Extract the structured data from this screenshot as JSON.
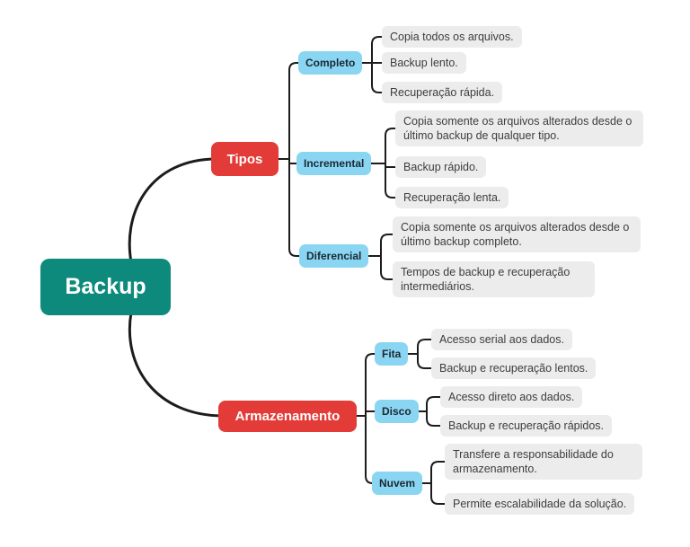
{
  "colors": {
    "root_bg": "#0D8A7B",
    "branch_bg": "#E23B38",
    "sub_bg": "#8AD6F2",
    "leaf_bg": "#ECECEC",
    "connector": "#1C1C1C",
    "root_text": "#FFFFFF",
    "branch_text": "#FFFFFF",
    "sub_text": "#1B2733",
    "leaf_text": "#3D3D3D"
  },
  "diagram": {
    "root": {
      "label": "Backup"
    },
    "branches": [
      {
        "label": "Tipos",
        "children": [
          {
            "label": "Completo",
            "leaves": [
              "Copia todos os arquivos.",
              "Backup lento.",
              "Recuperação rápida."
            ]
          },
          {
            "label": "Incremental",
            "leaves": [
              "Copia somente os arquivos alterados desde o último backup de qualquer tipo.",
              "Backup rápido.",
              "Recuperação lenta."
            ]
          },
          {
            "label": "Diferencial",
            "leaves": [
              "Copia somente os arquivos alterados desde o último backup completo.",
              "Tempos de backup e recuperação intermediários."
            ]
          }
        ]
      },
      {
        "label": "Armazenamento",
        "children": [
          {
            "label": "Fita",
            "leaves": [
              "Acesso serial aos dados.",
              "Backup e recuperação lentos."
            ]
          },
          {
            "label": "Disco",
            "leaves": [
              "Acesso direto aos dados.",
              "Backup e recuperação rápidos."
            ]
          },
          {
            "label": "Nuvem",
            "leaves": [
              "Transfere a responsabilidade do armazenamento.",
              "Permite escalabilidade da solução."
            ]
          }
        ]
      }
    ]
  }
}
